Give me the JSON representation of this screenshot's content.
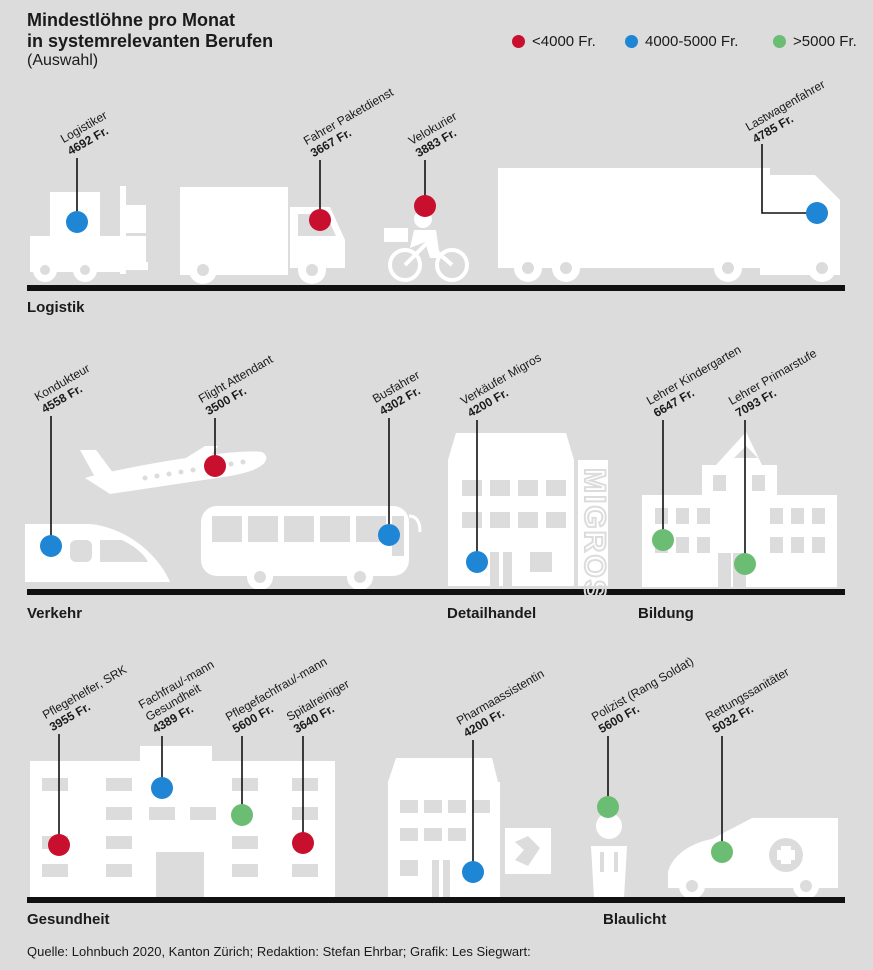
{
  "chart_data": {
    "type": "dot-infographic",
    "title": [
      "Mindestlöhne pro Monat",
      "in systemrelevanten Berufen"
    ],
    "subtitle": "(Auswahl)",
    "legend": [
      {
        "key": "low",
        "label": "<4000 Fr.",
        "color": "#c8102e"
      },
      {
        "key": "mid",
        "label": "4000-5000 Fr.",
        "color": "#1f86d6"
      },
      {
        "key": "high",
        "label": ">5000 Fr.",
        "color": "#6cbd74"
      }
    ],
    "sections": [
      "Logistik",
      "Verkehr",
      "Detailhandel",
      "Bildung",
      "Gesundheit",
      "Blaulicht"
    ],
    "items": [
      {
        "name": "Logistiker",
        "value": "4692 Fr.",
        "amount": 4692,
        "section": "Logistik"
      },
      {
        "name": "Fahrer Paketdienst",
        "value": "3667 Fr.",
        "amount": 3667,
        "section": "Logistik"
      },
      {
        "name": "Velokurier",
        "value": "3883 Fr.",
        "amount": 3883,
        "section": "Logistik"
      },
      {
        "name": "Lastwagenfahrer",
        "value": "4785 Fr.",
        "amount": 4785,
        "section": "Logistik"
      },
      {
        "name": "Kondukteur",
        "value": "4558 Fr.",
        "amount": 4558,
        "section": "Verkehr"
      },
      {
        "name": "Flight Attendant",
        "value": "3500 Fr.",
        "amount": 3500,
        "section": "Verkehr"
      },
      {
        "name": "Busfahrer",
        "value": "4302 Fr.",
        "amount": 4302,
        "section": "Verkehr"
      },
      {
        "name": "Verkäufer Migros",
        "value": "4200 Fr.",
        "amount": 4200,
        "section": "Detailhandel"
      },
      {
        "name": "Lehrer Kindergarten",
        "value": "6647 Fr.",
        "amount": 6647,
        "section": "Bildung"
      },
      {
        "name": "Lehrer Primarstufe",
        "value": "7093 Fr.",
        "amount": 7093,
        "section": "Bildung"
      },
      {
        "name": "Pflegehelfer, SRK",
        "value": "3955 Fr.",
        "amount": 3955,
        "section": "Gesundheit"
      },
      {
        "name": "Fachfrau/-mann\nGesundheit",
        "value": "4389 Fr.",
        "amount": 4389,
        "section": "Gesundheit"
      },
      {
        "name": "Pflegefachfrau/-mann",
        "value": "5600 Fr.",
        "amount": 5600,
        "section": "Gesundheit"
      },
      {
        "name": "Spitalreiniger",
        "value": "3640 Fr.",
        "amount": 3640,
        "section": "Gesundheit"
      },
      {
        "name": "Pharmaassistentin",
        "value": "4200 Fr.",
        "amount": 4200,
        "section": "Gesundheit"
      },
      {
        "name": "Polizist (Rang Soldat)",
        "value": "5600 Fr.",
        "amount": 5600,
        "section": "Blaulicht"
      },
      {
        "name": "Rettungssanitäter",
        "value": "5032 Fr.",
        "amount": 5032,
        "section": "Blaulicht"
      }
    ],
    "shop_sign": "MIGROS",
    "source": "Quelle: Lohnbuch 2020, Kanton Zürich; Redaktion: Stefan Ehrbar; Grafik: Les Siegwart:"
  }
}
